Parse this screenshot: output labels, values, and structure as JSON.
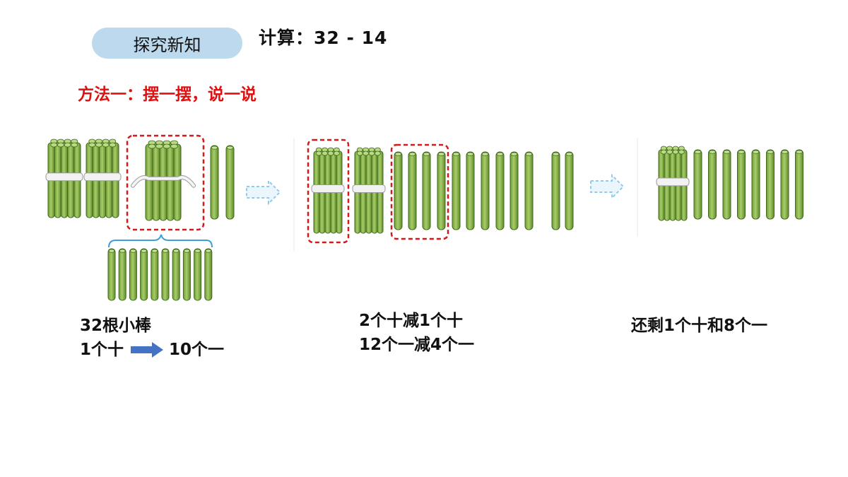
{
  "header": {
    "badge_label": "探究新知",
    "calc_label": "计算：",
    "expression": "32 - 14"
  },
  "method": {
    "title": "方法一：摆一摆，说一说"
  },
  "panels": [
    {
      "caption_line1": "32根小棒",
      "caption_line2_left": "1个十",
      "caption_line2_right": "10个一",
      "bundles": 3,
      "singles": 2
    },
    {
      "caption_line1": "2个十减1个十",
      "caption_line2": "12个一减4个一",
      "bundles": 2,
      "singles": 12
    },
    {
      "caption_line1": "还剩1个十和8个一",
      "bundles": 1,
      "singles": 8
    }
  ],
  "colors": {
    "stick_fill": "#97bf5a",
    "stick_dark": "#5f8a2a",
    "dashed_box": "#d11a1a",
    "arrow_blue": "#4472c4",
    "transition_arrow": "#9fd3ee"
  }
}
